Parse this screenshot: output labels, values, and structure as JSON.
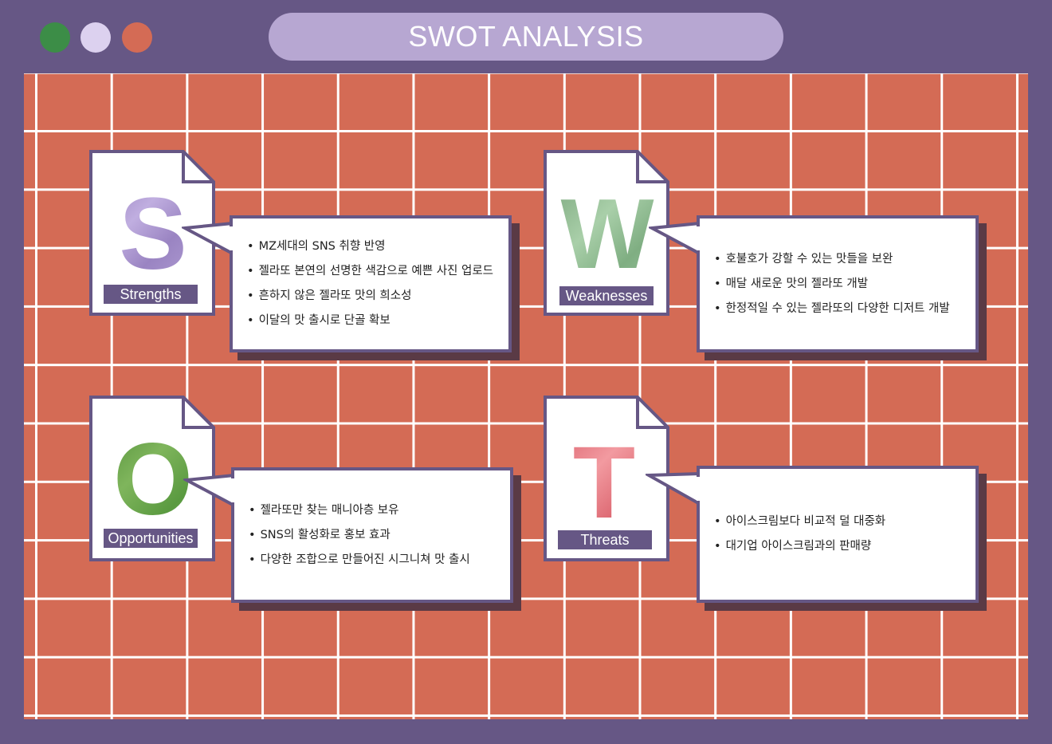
{
  "window": {
    "title": "SWOT ANALYSIS",
    "dots": [
      {
        "color": "#3c8d47",
        "name": "green"
      },
      {
        "color": "#dcd1ef",
        "name": "lavender"
      },
      {
        "color": "#d46b55",
        "name": "orange"
      }
    ]
  },
  "colors": {
    "frame": "#665785",
    "grid": "#d46b55",
    "title_pill": "#b7a7d2"
  },
  "swot": {
    "strengths": {
      "letter": "S",
      "label": "Strengths",
      "letter_color": "#a48ec6",
      "items": [
        "MZ세대의 SNS 취향 반영",
        "젤라또 본연의 선명한 색감으로 예쁜 사진 업로드",
        "흔하지 않은 젤라또 맛의 희소성",
        "이달의 맛 출시로 단골 확보"
      ]
    },
    "weaknesses": {
      "letter": "W",
      "label": "Weaknesses",
      "letter_color": "#8cb58e",
      "items": [
        "호불호가 강할 수 있는 맛들을 보완",
        "매달 새로운 맛의 젤라또 개발",
        "한정적일 수 있는 젤라또의 다양한 디저트 개발"
      ]
    },
    "opportunities": {
      "letter": "O",
      "label": "Opportunities",
      "letter_color": "#5f9944",
      "items": [
        "젤라또만 찾는 매니아층 보유",
        "SNS의 활성화로 홍보 효과",
        "다양한 조합으로 만들어진 시그니쳐 맛 출시"
      ]
    },
    "threats": {
      "letter": "T",
      "label": "Threats",
      "letter_color": "#e07078",
      "items": [
        "아이스크림보다 비교적 덜 대중화",
        "대기업 아이스크림과의 판매량"
      ]
    }
  }
}
